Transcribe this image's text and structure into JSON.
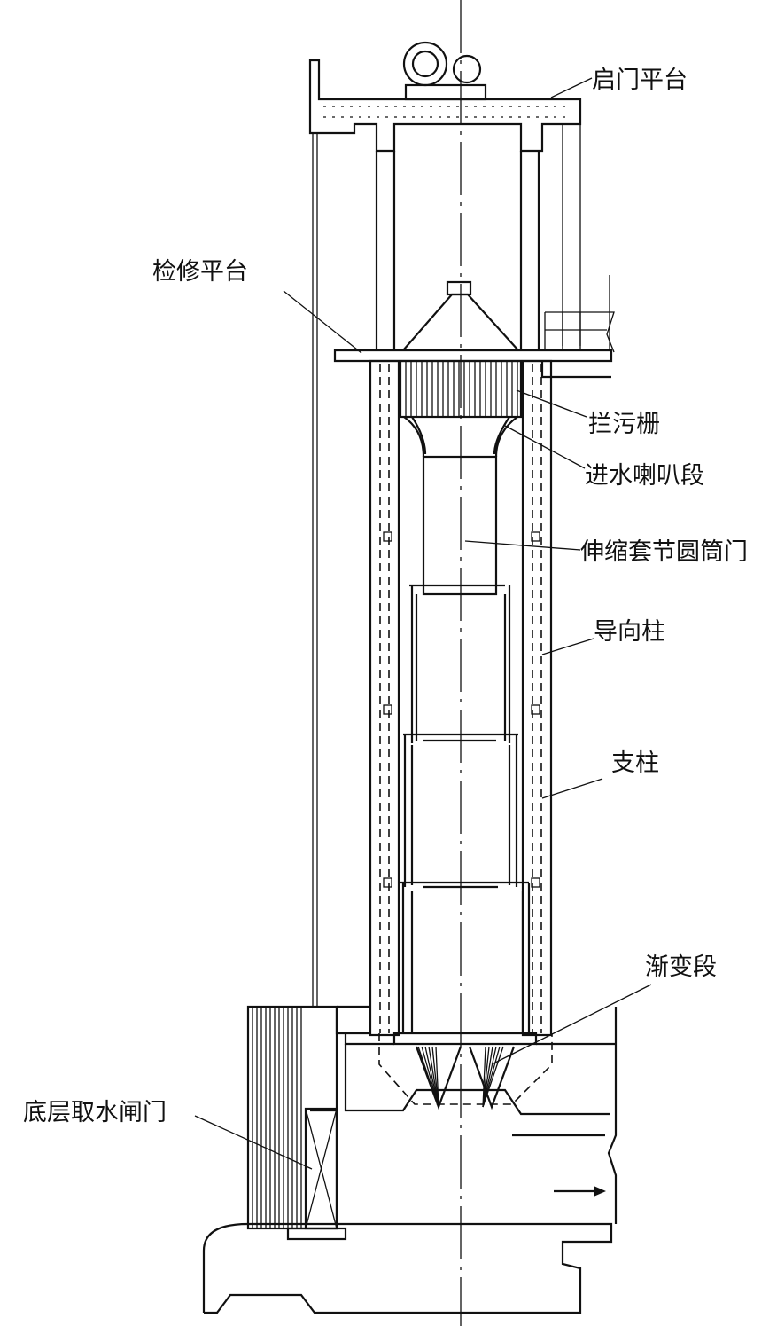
{
  "title": "伸缩套节圆筒门分层取水塔结构示意图",
  "labels": {
    "hoist_platform": "启门平台",
    "maintenance_platform": "检修平台",
    "trash_rack": "拦污栅",
    "inlet_bellmouth": "进水喇叭段",
    "telescopic_cylinder_gate": "伸缩套节圆筒门",
    "guide_column": "导向柱",
    "support_column": "支柱",
    "transition_section": "渐变段",
    "bottom_intake_gate": "底层取水闸门"
  }
}
